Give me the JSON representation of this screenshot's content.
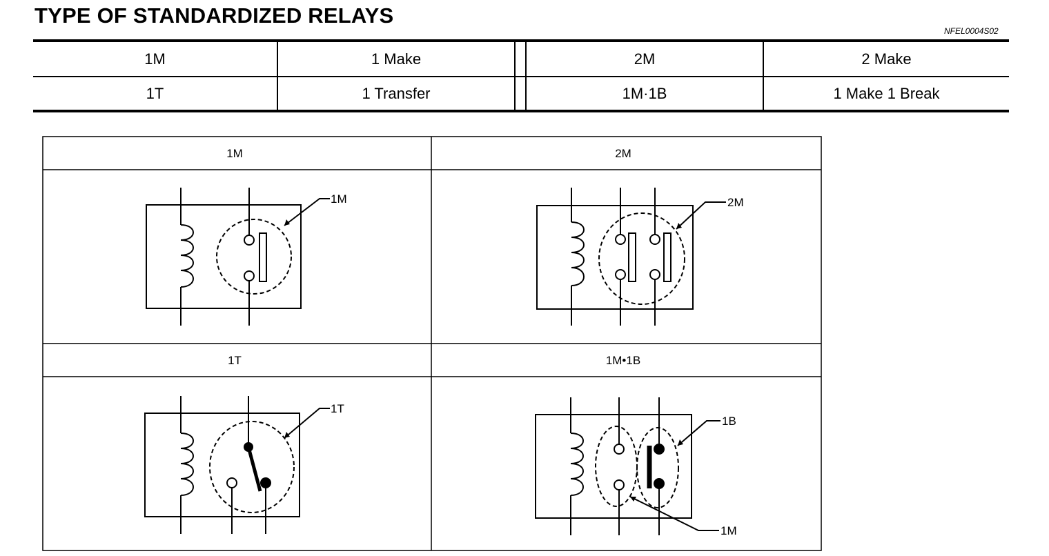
{
  "header": {
    "title": "TYPE OF STANDARDIZED RELAYS",
    "ref_code": "NFEL0004S02"
  },
  "summary_table": {
    "rows": [
      [
        {
          "code": "1M",
          "meaning": "1 Make"
        },
        {
          "code": "2M",
          "meaning": "2 Make"
        }
      ],
      [
        {
          "code": "1T",
          "meaning": "1 Transfer"
        },
        {
          "code": "1M·1B",
          "meaning": "1 Make 1 Break"
        }
      ]
    ]
  },
  "diagram_panels": [
    {
      "header": "1M",
      "callouts": [
        "1M"
      ]
    },
    {
      "header": "2M",
      "callouts": [
        "2M"
      ]
    },
    {
      "header": "1T",
      "callouts": [
        "1T"
      ]
    },
    {
      "header": "1M•1B",
      "callouts": [
        "1B",
        "1M"
      ]
    }
  ]
}
